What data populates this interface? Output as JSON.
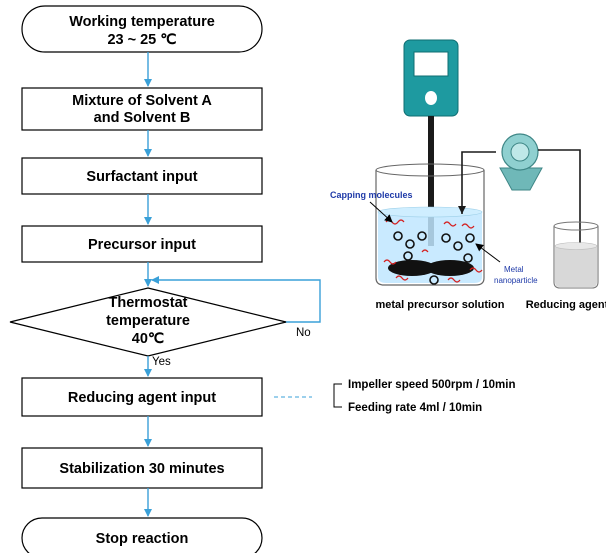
{
  "flowchart": {
    "start": [
      "Working temperature",
      "23 ~ 25 ℃"
    ],
    "step1": [
      "Mixture of Solvent A",
      "and Solvent B"
    ],
    "step2": "Surfactant input",
    "step3": "Precursor input",
    "decision": [
      "Thermostat",
      "temperature",
      "40℃"
    ],
    "yes_label": "Yes",
    "no_label": "No",
    "step4": "Reducing agent input",
    "step5": "Stabilization 30 minutes",
    "end": "Stop reaction"
  },
  "conditions": [
    "Impeller speed 500rpm / 10min",
    "Feeding rate 4ml / 10min"
  ],
  "apparatus": {
    "capping_label": "Capping molecules",
    "metal_label": [
      "Metal",
      "nanoparticle"
    ],
    "caption_left": "metal precursor solution",
    "caption_right": "Reducing agent"
  },
  "colors": {
    "arrow": "#3aa0d8",
    "stirrer": "#1e9aa0",
    "liquid": "#bfe6ff",
    "pump": "#6fb8b8",
    "label_blue": "#1f3aa8"
  }
}
